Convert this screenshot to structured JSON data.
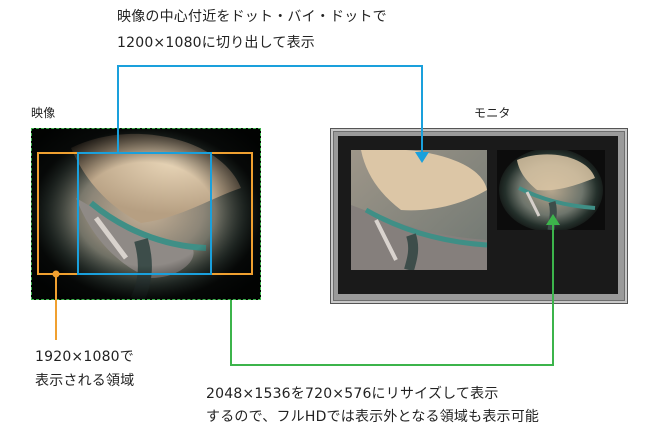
{
  "top_caption": {
    "line1": "映像の中心付近をドット・バイ・ドットで",
    "line2": "1200×1080に切り出して表示"
  },
  "source_label": "映像",
  "monitor_label": "モニタ",
  "left_caption": {
    "line1": "1920×1080で",
    "line2": "表示される領域"
  },
  "bottom_caption": {
    "line1": "2048×1536を720×576にリサイズして表示",
    "line2": "するので、フルHDでは表示外となる領域も表示可能"
  },
  "colors": {
    "blue": "#1aa0dc",
    "orange": "#f0a030",
    "green": "#3cb44b",
    "monitor_frame": "#9a9a9a",
    "monitor_screen": "#1a1a1a"
  }
}
